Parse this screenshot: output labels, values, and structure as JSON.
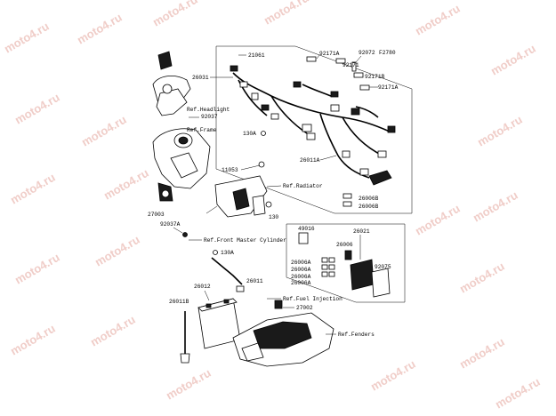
{
  "watermark": "moto4.ru",
  "diagram_code": "F2780",
  "part_numbers": {
    "p21061": "21061",
    "p92171a_1": "92171A",
    "p92072": "92072",
    "p92171": "92171",
    "p92171b": "92171B",
    "p92171a_2": "92171A",
    "p26031": "26031",
    "p92037": "92037",
    "p130a_1": "130A",
    "p26011a": "26011A",
    "p11053": "11053",
    "p26006b_1": "26006B",
    "p26006b_2": "26006B",
    "p130": "130",
    "p27003": "27003",
    "p92037a": "92037A",
    "p49016": "49016",
    "p26021": "26021",
    "p26006": "26006",
    "p26006a_1": "26006A",
    "p26006a_2": "26006A",
    "p26006a_3": "26006A",
    "p26006a_4": "26006A",
    "p92075": "92075",
    "p130a_2": "130A",
    "p26011": "26011",
    "p26012": "26012",
    "p26011b": "26011B",
    "p27002": "27002"
  },
  "references": {
    "headlight": "Ref.Headlight",
    "frame": "Ref.Frame",
    "radiator": "Ref.Radiator",
    "front_master_cylinder": "Ref.Front Master Cylinder",
    "fuel_injection": "Ref.Fuel Injection",
    "fenders": "Ref.Fenders"
  }
}
